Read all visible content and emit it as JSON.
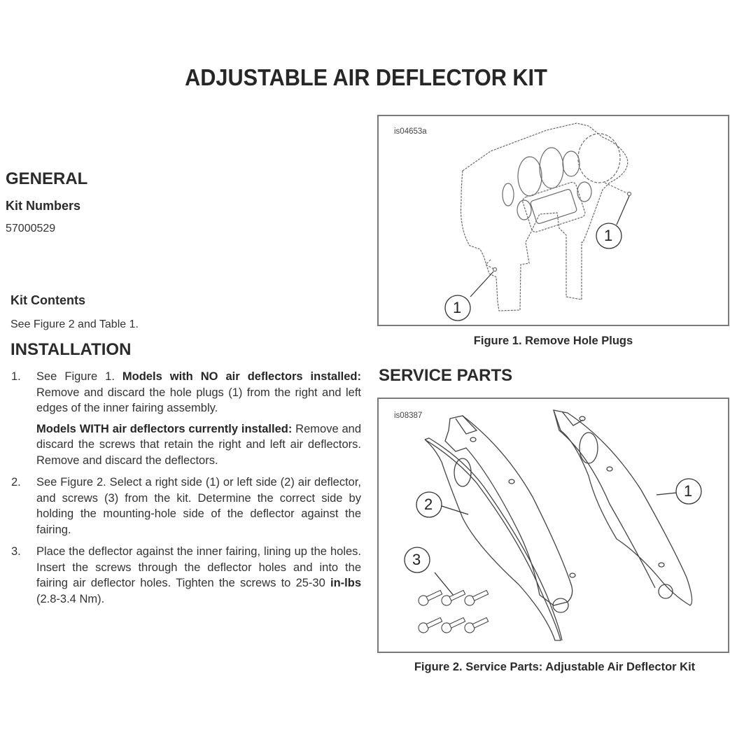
{
  "document": {
    "title": "ADJUSTABLE AIR DEFLECTOR KIT"
  },
  "general": {
    "heading": "GENERAL",
    "kit_numbers": {
      "heading": "Kit Numbers",
      "value": "57000529"
    },
    "kit_contents": {
      "heading": "Kit Contents",
      "value": "See Figure 2 and Table 1."
    }
  },
  "installation": {
    "heading": "INSTALLATION",
    "steps": [
      {
        "num": "1.",
        "paragraphs": [
          {
            "lead": "See Figure 1. ",
            "bold": "Models with NO air deflectors installed:",
            "text": " Remove and discard the hole plugs (1) from the right and left edges of the inner fairing assembly."
          },
          {
            "lead": "",
            "bold": "Models WITH air deflectors currently installed:",
            "text": " Remove and discard the screws that retain the right and left air deflectors. Remove and discard the deflectors."
          }
        ]
      },
      {
        "num": "2.",
        "text": "See Figure 2. Select a right side (1) or left side (2) air deflector, and screws (3) from the kit. Determine the correct side by holding the mounting-hole side of the deflector against the fairing."
      },
      {
        "num": "3.",
        "text_before": "Place the deflector against the inner fairing, lining up the holes. Insert the screws through the deflector holes and into the fairing air deflector holes. Tighten the screws to 25-30 ",
        "bold": "in-lbs",
        "text_after": " (2.8-3.4 Nm)."
      }
    ]
  },
  "figure1": {
    "id": "is04653a",
    "caption": "Figure 1. Remove Hole Plugs",
    "callouts": [
      "1",
      "1"
    ]
  },
  "service_parts": {
    "heading": "SERVICE PARTS"
  },
  "figure2": {
    "id": "is08387",
    "caption": "Figure 2. Service Parts: Adjustable Air Deflector Kit",
    "callouts": [
      "1",
      "2",
      "3"
    ]
  },
  "colors": {
    "text": "#2b2b2b",
    "frame": "#7a7a7a",
    "line_art": "#555555",
    "background": "#ffffff"
  }
}
